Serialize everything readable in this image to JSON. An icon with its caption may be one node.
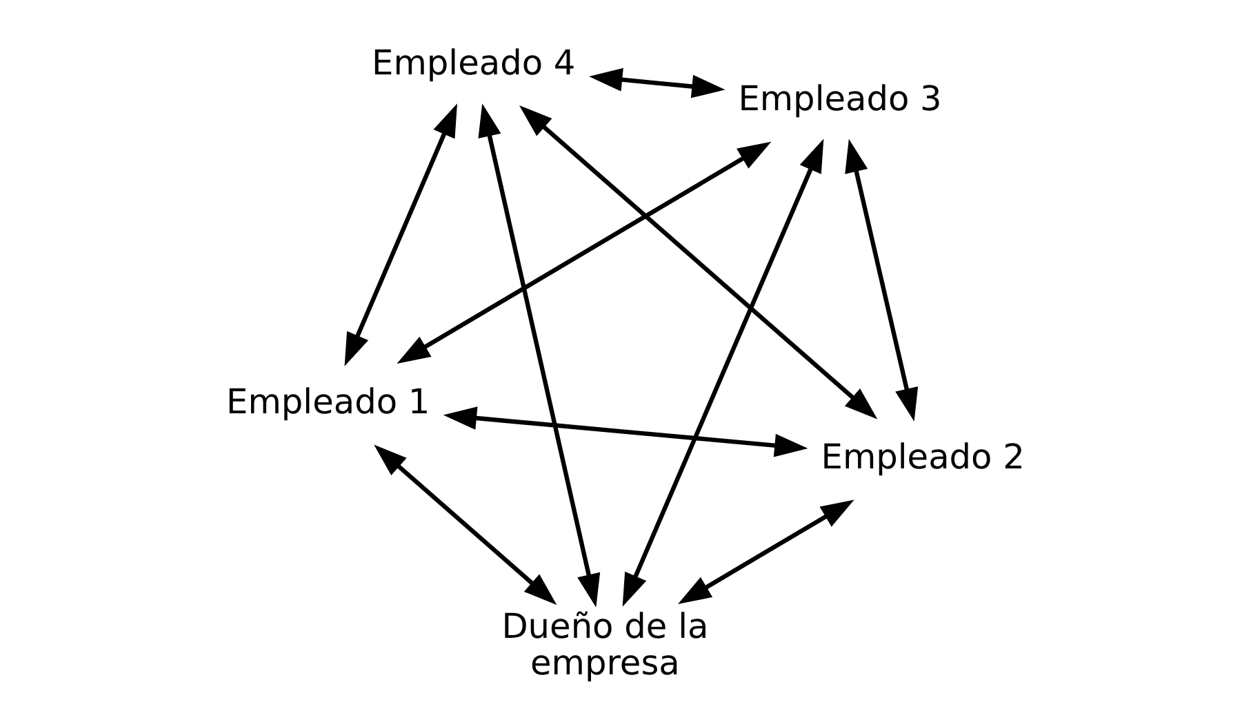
{
  "diagram": {
    "nodes": [
      {
        "text": [
          "Empleado 1"
        ]
      },
      {
        "text": [
          "Empleado 2"
        ]
      },
      {
        "text": [
          "Dueño de la empresa"
        ]
      },
      {
        "text": [
          "Empleado 4"
        ]
      },
      {
        "text": [
          "Empleado 3"
        ]
      }
    ],
    "edges": [
      {
        "from": 0,
        "to": 1,
        "arrow": "both"
      },
      {
        "from": 0,
        "to": 2,
        "arrow": "both"
      },
      {
        "from": 0,
        "to": 3,
        "arrow": "both"
      },
      {
        "from": 0,
        "to": 4,
        "arrow": "both"
      },
      {
        "from": 3,
        "to": 1,
        "arrow": "both"
      },
      {
        "from": 2,
        "to": 1,
        "arrow": "both"
      },
      {
        "from": 3,
        "to": 2,
        "arrow": "both"
      },
      {
        "from": 2,
        "to": 4,
        "arrow": "both"
      },
      {
        "from": 4,
        "to": 1,
        "arrow": "both"
      },
      {
        "from": 3,
        "to": 4,
        "arrow": "both"
      }
    ]
  }
}
